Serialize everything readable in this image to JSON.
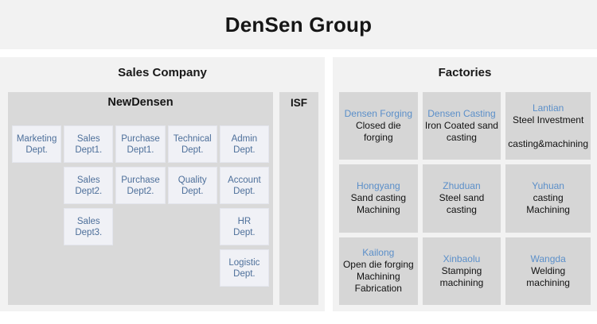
{
  "header": {
    "group_title": "DenSen Group"
  },
  "panels": {
    "sales": {
      "heading": "Sales Company",
      "company_label": "NewDensen",
      "isf_label": "ISF",
      "departments": [
        {
          "label": "Marketing\nDept."
        },
        {
          "label": "Sales\nDept1."
        },
        {
          "label": "Purchase\nDept1."
        },
        {
          "label": "Technical\nDept."
        },
        {
          "label": "Admin\nDept."
        },
        {
          "label": ""
        },
        {
          "label": "Sales\nDept2."
        },
        {
          "label": "Purchase\nDept2."
        },
        {
          "label": "Quality\nDept."
        },
        {
          "label": "Account\nDept."
        },
        {
          "label": ""
        },
        {
          "label": "Sales\nDept3."
        },
        {
          "label": ""
        },
        {
          "label": ""
        },
        {
          "label": "HR\nDept."
        },
        {
          "label": ""
        },
        {
          "label": ""
        },
        {
          "label": ""
        },
        {
          "label": ""
        },
        {
          "label": "Logistic\nDept."
        }
      ]
    },
    "factories": {
      "heading": "Factories",
      "cards": [
        {
          "name": "Densen Forging",
          "desc": "Closed die forging"
        },
        {
          "name": "Densen Casting",
          "desc": "Iron Coated sand casting"
        },
        {
          "name": "Lantian",
          "desc": "Steel Investment\n\ncasting&machining"
        },
        {
          "name": "Hongyang",
          "desc": "Sand casting\nMachining"
        },
        {
          "name": "Zhuduan",
          "desc": "Steel sand casting"
        },
        {
          "name": "Yuhuan",
          "desc": "casting\nMachining"
        },
        {
          "name": "Kailong",
          "desc": "Open die forging\nMachining\nFabrication"
        },
        {
          "name": "Xinbaolu",
          "desc": "Stamping\nmachining"
        },
        {
          "name": "Wangda",
          "desc": "Welding\nmachining"
        }
      ]
    }
  },
  "colors": {
    "page_background": "#ffffff",
    "panel_background": "#f2f2f2",
    "company_box": "#d9d9d9",
    "department_cell": "#f0f1f6",
    "department_text": "#4d6f9a",
    "factory_card": "#d6d6d6",
    "factory_name_text": "#5b8fc9",
    "factory_desc_text": "#111111"
  }
}
